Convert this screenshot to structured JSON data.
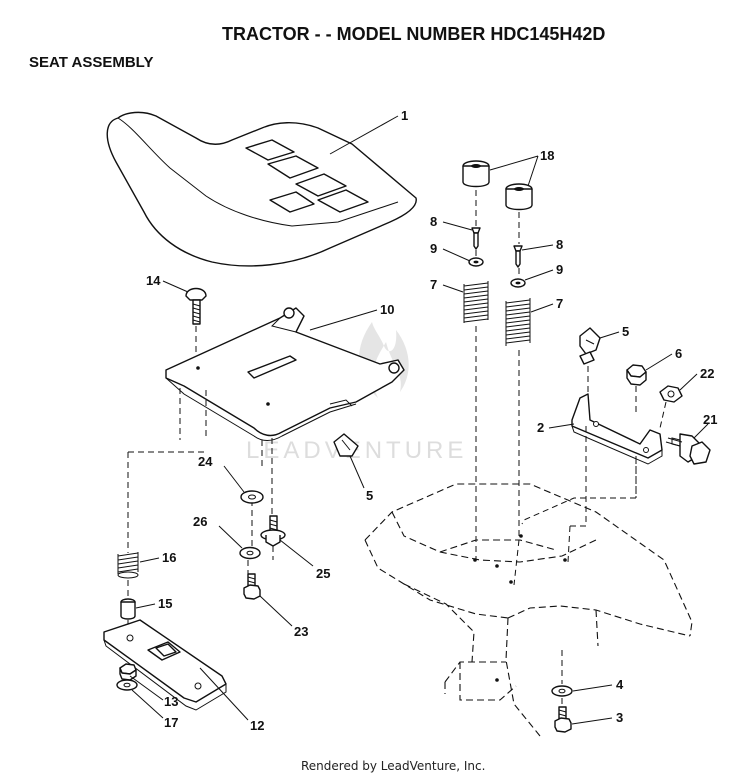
{
  "header": {
    "title": "TRACTOR - - MODEL NUMBER HDC145H42D",
    "subtitle": "SEAT ASSEMBLY"
  },
  "watermark": {
    "text": "LEADVENTURE"
  },
  "footer": {
    "text": "Rendered by LeadVenture, Inc."
  },
  "callouts": [
    {
      "id": "c1",
      "label": "1"
    },
    {
      "id": "c18",
      "label": "18"
    },
    {
      "id": "c8a",
      "label": "8"
    },
    {
      "id": "c8b",
      "label": "8"
    },
    {
      "id": "c9a",
      "label": "9"
    },
    {
      "id": "c9b",
      "label": "9"
    },
    {
      "id": "c7a",
      "label": "7"
    },
    {
      "id": "c7b",
      "label": "7"
    },
    {
      "id": "c14",
      "label": "14"
    },
    {
      "id": "c10",
      "label": "10"
    },
    {
      "id": "c5a",
      "label": "5"
    },
    {
      "id": "c6",
      "label": "6"
    },
    {
      "id": "c22",
      "label": "22"
    },
    {
      "id": "c2",
      "label": "2"
    },
    {
      "id": "c21",
      "label": "21"
    },
    {
      "id": "c24",
      "label": "24"
    },
    {
      "id": "c5b",
      "label": "5"
    },
    {
      "id": "c26",
      "label": "26"
    },
    {
      "id": "c16",
      "label": "16"
    },
    {
      "id": "c25",
      "label": "25"
    },
    {
      "id": "c15",
      "label": "15"
    },
    {
      "id": "c23",
      "label": "23"
    },
    {
      "id": "c4",
      "label": "4"
    },
    {
      "id": "c13",
      "label": "13"
    },
    {
      "id": "c3",
      "label": "3"
    },
    {
      "id": "c17",
      "label": "17"
    },
    {
      "id": "c12",
      "label": "12"
    }
  ]
}
